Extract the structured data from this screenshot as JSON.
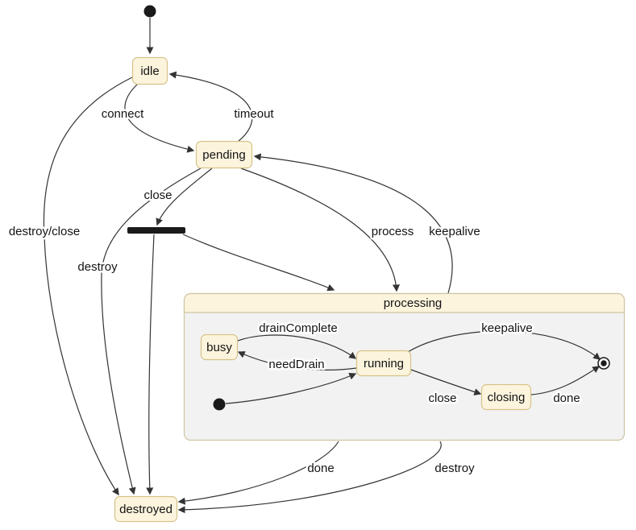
{
  "diagram": {
    "type": "state-machine",
    "states": {
      "idle": "idle",
      "pending": "pending",
      "processing": "processing",
      "busy": "busy",
      "running": "running",
      "closing": "closing",
      "destroyed": "destroyed"
    },
    "transitions": [
      {
        "from": "start",
        "to": "idle",
        "label": ""
      },
      {
        "from": "idle",
        "to": "pending",
        "label": "connect"
      },
      {
        "from": "pending",
        "to": "idle",
        "label": "timeout"
      },
      {
        "from": "pending",
        "to": "fork",
        "label": "close"
      },
      {
        "from": "fork",
        "to": "processing",
        "label": ""
      },
      {
        "from": "fork",
        "to": "destroyed",
        "label": ""
      },
      {
        "from": "pending",
        "to": "processing",
        "label": "process"
      },
      {
        "from": "processing",
        "to": "pending",
        "label": "keepalive"
      },
      {
        "from": "idle",
        "to": "destroyed",
        "label": "destroy/close"
      },
      {
        "from": "pending",
        "to": "destroyed",
        "label": "destroy"
      },
      {
        "from": "processing",
        "to": "destroyed",
        "label": "done"
      },
      {
        "from": "processing",
        "to": "destroyed",
        "label": "destroy"
      },
      {
        "from": "processing-start",
        "to": "running",
        "label": ""
      },
      {
        "from": "busy",
        "to": "running",
        "label": "drainComplete"
      },
      {
        "from": "running",
        "to": "busy",
        "label": "needDrain"
      },
      {
        "from": "running",
        "to": "closing",
        "label": "close"
      },
      {
        "from": "closing",
        "to": "final",
        "label": "done"
      },
      {
        "from": "running",
        "to": "final",
        "label": "keepalive"
      }
    ],
    "colors": {
      "state_fill": "#fcf4dd",
      "state_border": "#d6c389",
      "composite_body": "#f2f2f2",
      "edge": "#333333",
      "background": "#ffffff"
    }
  }
}
